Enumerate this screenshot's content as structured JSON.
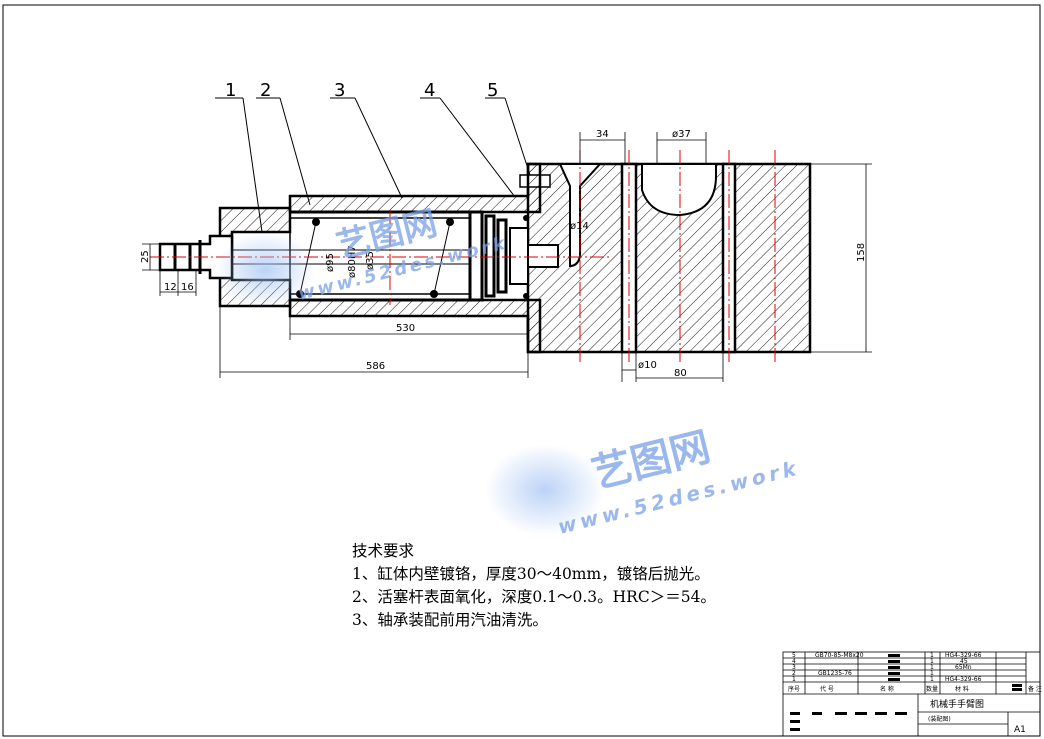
{
  "part_labels": [
    "1",
    "2",
    "3",
    "4",
    "5"
  ],
  "dimensions": {
    "d34": "34",
    "d37": "ø37",
    "d14": "ø14",
    "d10": "ø10",
    "d80": "80",
    "d158": "158",
    "d95": "ø95",
    "d80h7": "ø80H7",
    "d35": "ø35",
    "d25": "25",
    "d12": "12",
    "d16": "16",
    "d530": "530",
    "d586": "586"
  },
  "watermark": {
    "cn": "艺图网",
    "url": "www.52des.work"
  },
  "tech": {
    "title": "技术要求",
    "items": [
      "1、缸体内壁镀铬，厚度30〜40mm，镀铬后抛光。",
      "2、活塞杆表面氧化，深度0.1〜0.3。HRC＞＝54。",
      "3、轴承装配前用汽油清洗。"
    ]
  },
  "title_block": {
    "rows": [
      [
        "5",
        "GB70-85-M8x20",
        "",
        "1",
        "HG4-329-66"
      ],
      [
        "4",
        "",
        "",
        "1",
        "45"
      ],
      [
        "3",
        "",
        "",
        "1",
        "65Mn"
      ],
      [
        "2",
        "GB1235-76",
        "",
        "1",
        ""
      ],
      [
        "1",
        "",
        "",
        "1",
        "HG4-329-66"
      ]
    ],
    "headers": [
      "序号",
      "代  号",
      "名  称",
      "数量",
      "材  料",
      "备 注"
    ],
    "drawing_title": "机械手手臂图",
    "subtitle": "(装配图)",
    "sheet": "A1"
  }
}
